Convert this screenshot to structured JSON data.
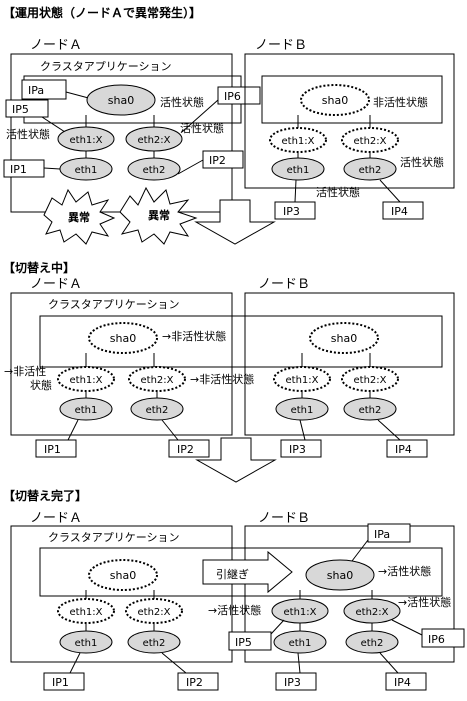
{
  "sections": {
    "s1": "【運用状態（ノードＡで異常発生）】",
    "s2": "【切替え中】",
    "s3": "【切替え完了】"
  },
  "nodes": {
    "a": "ノードＡ",
    "b": "ノードＢ"
  },
  "app": "クラスタアプリケーション",
  "sha": "sha0",
  "eth1x": "eth1:X",
  "eth2x": "eth2:X",
  "eth1": "eth1",
  "eth2": "eth2",
  "ip": {
    "ipa": "IPa",
    "ip1": "IP1",
    "ip2": "IP2",
    "ip3": "IP3",
    "ip4": "IP4",
    "ip5": "IP5",
    "ip6": "IP6"
  },
  "states": {
    "active": "活性状態",
    "inactive": "非活性状態",
    "arrow_inactive": "→非活性状態",
    "arrow_active": "→活性状態",
    "arrow_inactive_split_1": "→非活性",
    "arrow_inactive_split_2": "状態"
  },
  "error": "異常",
  "takeover": "引継ぎ",
  "colors": {
    "line": "#000000",
    "shaded": "#d8d8d8",
    "background": "#ffffff"
  }
}
